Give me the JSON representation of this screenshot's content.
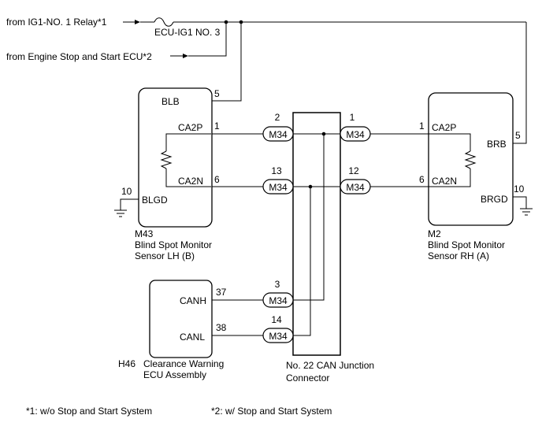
{
  "sources": {
    "ig1_relay": "from IG1-NO. 1 Relay*1",
    "fuse": "ECU-IG1 NO. 3",
    "engine_ecu": "from Engine Stop and Start ECU*2"
  },
  "components": {
    "m43": {
      "code": "M43",
      "name_line1": "Blind Spot Monitor",
      "name_line2": "Sensor LH (B)",
      "pins": {
        "blb": {
          "label": "BLB",
          "num": "5"
        },
        "ca2p": {
          "label": "CA2P",
          "num": "1"
        },
        "ca2n": {
          "label": "CA2N",
          "num": "6"
        },
        "blgd": {
          "label": "BLGD",
          "num": "10"
        }
      }
    },
    "m2": {
      "code": "M2",
      "name_line1": "Blind Spot Monitor",
      "name_line2": "Sensor RH (A)",
      "pins": {
        "ca2p": {
          "label": "CA2P",
          "num": "1"
        },
        "ca2n": {
          "label": "CA2N",
          "num": "6"
        },
        "brb": {
          "label": "BRB",
          "num": "5"
        },
        "brgd": {
          "label": "BRGD",
          "num": "10"
        }
      }
    },
    "h46": {
      "code": "H46",
      "name_line1": "Clearance Warning",
      "name_line2": "ECU Assembly",
      "pins": {
        "canh": {
          "label": "CANH",
          "num": "37"
        },
        "canl": {
          "label": "CANL",
          "num": "38"
        }
      }
    },
    "junction": {
      "name_line1": "No. 22 CAN Junction",
      "name_line2": "Connector",
      "connectors": [
        {
          "label": "M34",
          "num": "2"
        },
        {
          "label": "M34",
          "num": "13"
        },
        {
          "label": "M34",
          "num": "1"
        },
        {
          "label": "M34",
          "num": "12"
        },
        {
          "label": "M34",
          "num": "3"
        },
        {
          "label": "M34",
          "num": "14"
        }
      ]
    }
  },
  "footnotes": {
    "note1": "*1: w/o Stop and Start System",
    "note2": "*2: w/ Stop and Start System"
  }
}
